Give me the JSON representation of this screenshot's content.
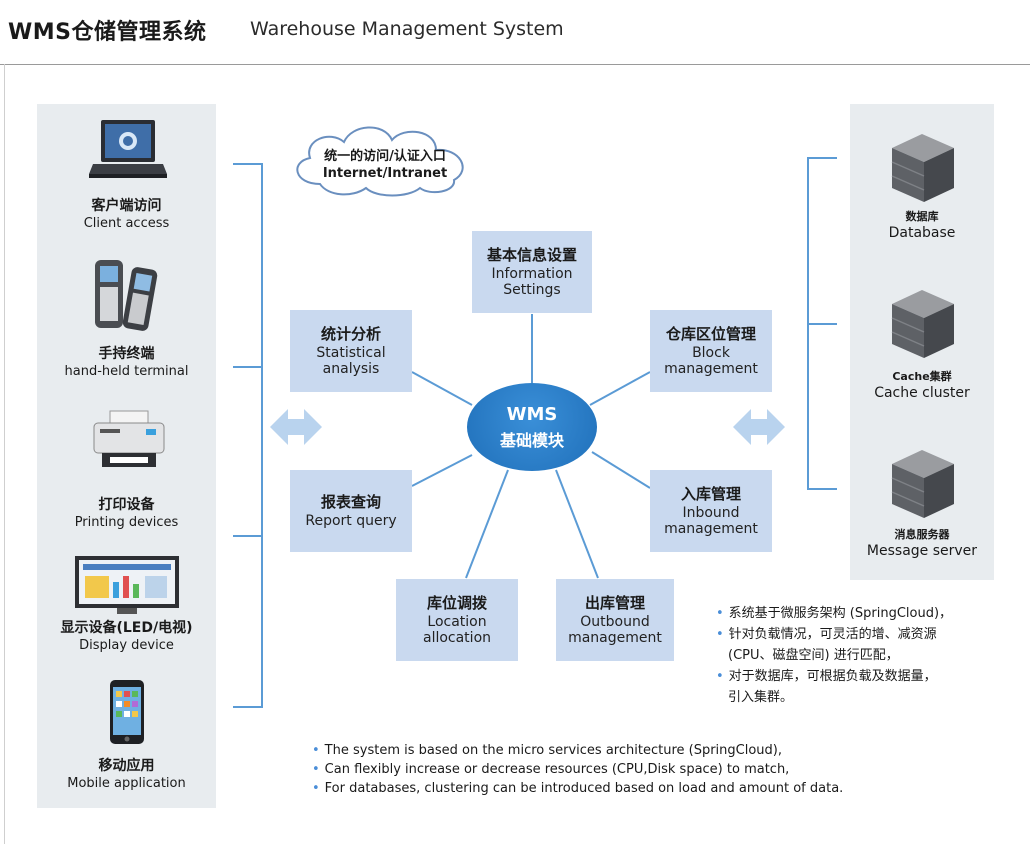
{
  "header": {
    "title": "WMS仓储管理系统",
    "subtitle": "Warehouse Management System"
  },
  "cloud": {
    "line1": "统一的访问/认证入口",
    "line2": "Internet/Intranet"
  },
  "devices": [
    {
      "cn": "客户端访问",
      "en": "Client access",
      "icon": "laptop-icon"
    },
    {
      "cn": "手持终端",
      "en": "hand-held terminal",
      "icon": "handheld-icon"
    },
    {
      "cn": "打印设备",
      "en": "Printing devices",
      "icon": "printer-icon"
    },
    {
      "cn": "显示设备(LED/电视)",
      "en": "Display device",
      "icon": "monitor-icon"
    },
    {
      "cn": "移动应用",
      "en": "Mobile application",
      "icon": "smartphone-icon"
    }
  ],
  "servers": [
    {
      "cn": "数据库",
      "en": "Database",
      "icon": "server-icon"
    },
    {
      "cn": "Cache集群",
      "en": "Cache cluster",
      "icon": "server-icon"
    },
    {
      "cn": "消息服务器",
      "en": "Message server",
      "icon": "server-icon"
    }
  ],
  "hub": {
    "line1": "WMS",
    "line2": "基础模块"
  },
  "modules": [
    {
      "cn": "基本信息设置",
      "en1": "Information",
      "en2": "Settings"
    },
    {
      "cn": "仓库区位管理",
      "en1": "Block",
      "en2": "management"
    },
    {
      "cn": "入库管理",
      "en1": "Inbound",
      "en2": "management"
    },
    {
      "cn": "出库管理",
      "en1": "Outbound",
      "en2": "management"
    },
    {
      "cn": "库位调拨",
      "en1": "Location",
      "en2": "allocation"
    },
    {
      "cn": "报表查询",
      "en1": "Report query",
      "en2": ""
    },
    {
      "cn": "统计分析",
      "en1": "Statistical",
      "en2": "analysis"
    }
  ],
  "notes_cn": [
    "系统基于微服务架构 (SpringCloud)，",
    "针对负载情况，可灵活的增、减资源",
    "(CPU、磁盘空间) 进行匹配，",
    "对于数据库，可根据负载及数据量，",
    "引入集群。"
  ],
  "notes_en": [
    "The system is based on the micro services architecture (SpringCloud),",
    "Can flexibly increase or decrease resources (CPU,Disk space) to match,",
    "For databases, clustering can be introduced based on load and amount of data."
  ],
  "colors": {
    "accent": "#5b9bd5",
    "module_fill": "#c9d9ef",
    "hub_fill": "#2a7cc7",
    "panel_fill": "#e8ecef"
  }
}
